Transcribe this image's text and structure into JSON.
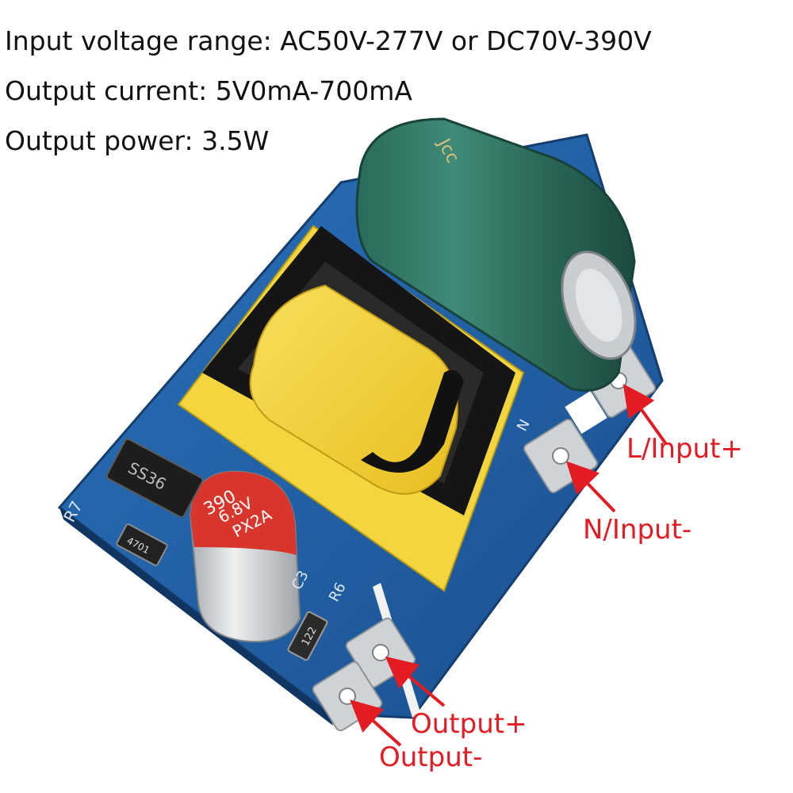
{
  "specs": {
    "input_voltage": "Input voltage range: AC50V-277V or DC70V-390V",
    "output_current": "Output current: 5V0mA-700mA",
    "output_power": "Output power: 3.5W"
  },
  "callouts": {
    "l_input": "L/Input+",
    "n_input": "N/Input-",
    "output_plus": "Output+",
    "output_minus": "Output-"
  },
  "board_markings": {
    "big_cap_top": "Jcc",
    "small_cap_line1": "390",
    "small_cap_line2": "6.8V",
    "small_cap_line3": "PX2A",
    "diode": "SS36",
    "resistor": "4701",
    "label_r7": "R7",
    "label_r6": "R6",
    "label_c3": "C3",
    "label_n": "N",
    "inductor": "122"
  },
  "colors": {
    "callout_red": "#e31b23",
    "pcb_blue": "#1f5fa6",
    "cap_green": "#2c6b5c",
    "coil_yellow": "#f2d13a",
    "core_black": "#161616",
    "pad_silver": "#cfd3d6",
    "small_cap_red": "#d8362d"
  }
}
